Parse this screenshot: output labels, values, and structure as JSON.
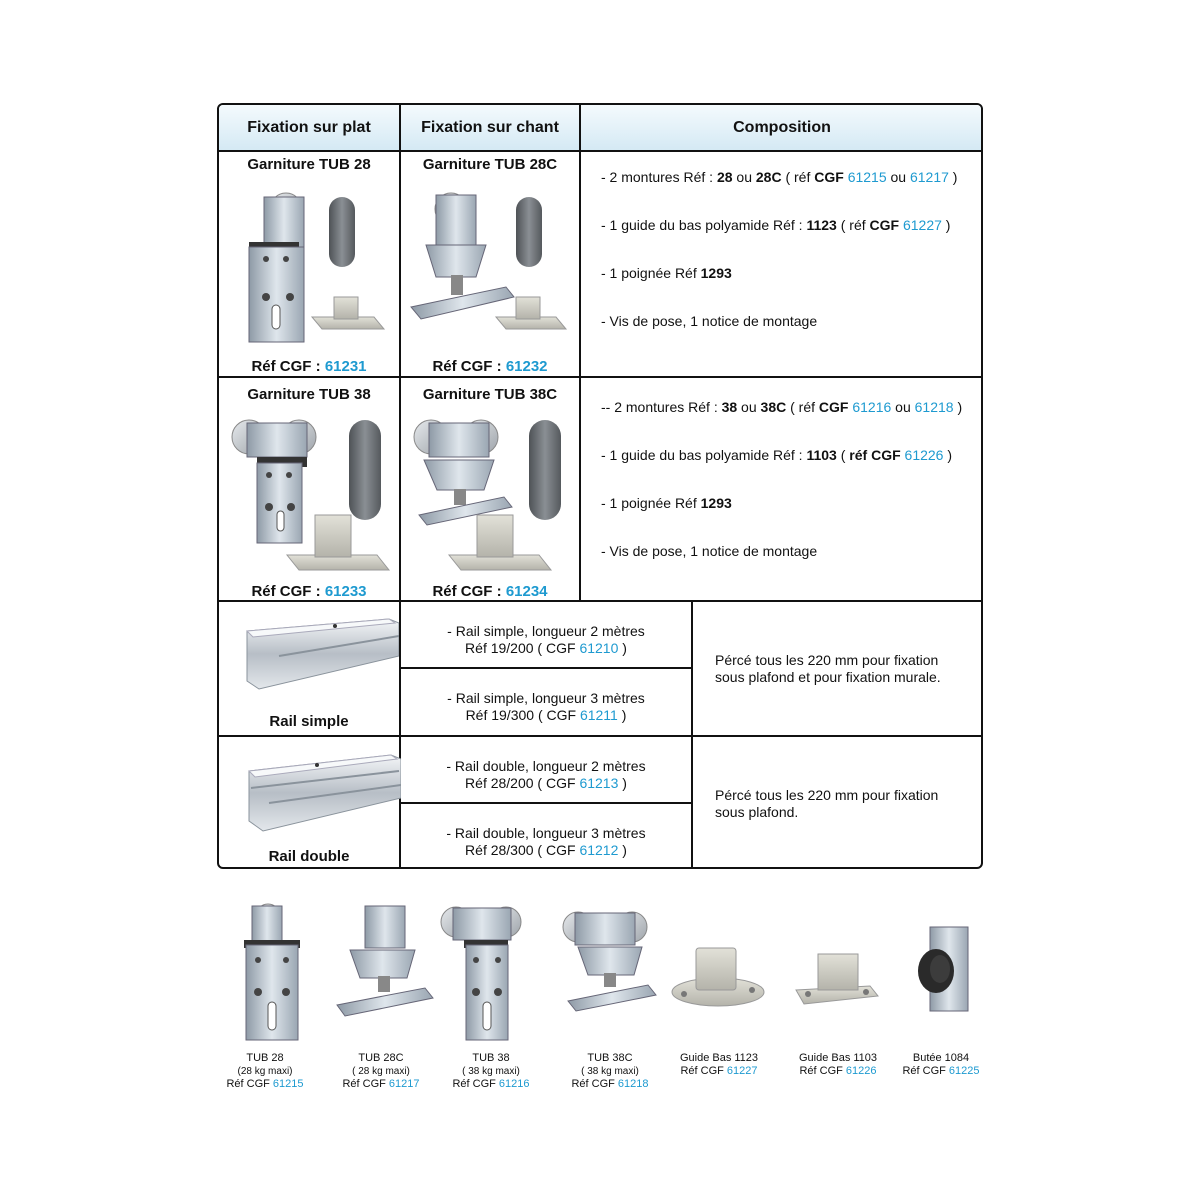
{
  "header": {
    "col1": "Fixation sur plat",
    "col2": "Fixation sur chant",
    "col3": "Composition"
  },
  "row1": {
    "left_title": "Garniture TUB 28",
    "left_ref_label": "Réf CGF :",
    "left_ref_num": "61231",
    "mid_title": "Garniture TUB 28C",
    "mid_ref_label": "Réf CGF :",
    "mid_ref_num": "61232",
    "lines": [
      {
        "a": "-  2 montures Réf : ",
        "b": "28",
        "c": " ou ",
        "d": "28C",
        "e": " ( réf ",
        "f": "CGF",
        "g": " ",
        "h": "61215",
        "i": " ou ",
        "j": "61217",
        "k": " )"
      },
      {
        "a": "- 1 guide du bas polyamide Réf : ",
        "b": "1123",
        "c": " ( réf ",
        "d": "CGF",
        "e": " ",
        "f": "61227",
        "g": " )"
      },
      {
        "a": "- 1 poignée Réf ",
        "b": "1293"
      },
      {
        "a": "- Vis de pose, 1 notice de montage"
      }
    ]
  },
  "row2": {
    "left_title": "Garniture TUB 38",
    "left_ref_label": "Réf CGF :",
    "left_ref_num": "61233",
    "mid_title": "Garniture TUB 38C",
    "mid_ref_label": "Réf CGF :",
    "mid_ref_num": "61234",
    "lines": [
      {
        "a": "-- 2 montures Réf : ",
        "b": "38",
        "c": " ou ",
        "d": "38C",
        "e": " ( réf ",
        "f": "CGF",
        "g": " ",
        "h": "61216",
        "i": " ou ",
        "j": "61218",
        "k": " )"
      },
      {
        "a": "- 1 guide du bas polyamide Réf : ",
        "b": "1103",
        "c": " ( ",
        "d": "réf CGF",
        "e": " ",
        "f": "61226",
        "g": " )"
      },
      {
        "a": "- 1 poignée Réf ",
        "b": "1293"
      },
      {
        "a": "- Vis de pose, 1 notice de montage"
      }
    ]
  },
  "rail_simple": {
    "label": "Rail simple",
    "cell1_line1": "- Rail simple, longueur 2 mètres",
    "cell1_line2_a": "Réf 19/200 ( CGF ",
    "cell1_line2_b": "61210",
    "cell1_line2_c": " )",
    "cell2_line1": "- Rail simple, longueur 3 mètres",
    "cell2_line2_a": "Réf 19/300 ( CGF ",
    "cell2_line2_b": "61211",
    "cell2_line2_c": " )",
    "note_line1": "Pércé tous les 220 mm pour fixation",
    "note_line2": "sous plafond et pour fixation murale."
  },
  "rail_double": {
    "label": "Rail double",
    "cell1_line1": "- Rail double, longueur 2 mètres",
    "cell1_line2_a": "Réf 28/200 ( CGF ",
    "cell1_line2_b": "61213",
    "cell1_line2_c": " )",
    "cell2_line1": "- Rail double, longueur 3 mètres",
    "cell2_line2_a": "Réf 28/300 ( CGF ",
    "cell2_line2_b": "61212",
    "cell2_line2_c": " )",
    "note_line1": "Pércé tous les 220 mm pour fixation",
    "note_line2": "sous plafond."
  },
  "bottom": [
    {
      "name": "TUB 28",
      "sub": "(28 kg maxi)",
      "ref_a": "Réf CGF ",
      "ref_b": "61215"
    },
    {
      "name": "TUB 28C",
      "sub": "( 28 kg maxi)",
      "ref_a": "Réf CGF ",
      "ref_b": "61217"
    },
    {
      "name": "TUB 38",
      "sub": "( 38 kg maxi)",
      "ref_a": "Réf CGF ",
      "ref_b": "61216"
    },
    {
      "name": "TUB 38C",
      "sub": "( 38 kg maxi)",
      "ref_a": "Réf CGF ",
      "ref_b": "61218"
    },
    {
      "name": "Guide Bas 1123",
      "sub": "",
      "ref_a": "Réf CGF ",
      "ref_b": "61227"
    },
    {
      "name": "Guide Bas 1103",
      "sub": "",
      "ref_a": "Réf CGF ",
      "ref_b": "61226"
    },
    {
      "name": "Butée 1084",
      "sub": "",
      "ref_a": "Réf CGF ",
      "ref_b": "61225"
    }
  ],
  "colors": {
    "accent": "#1e9ad0",
    "header_bg": "#d4e9f4",
    "border": "#111111"
  }
}
